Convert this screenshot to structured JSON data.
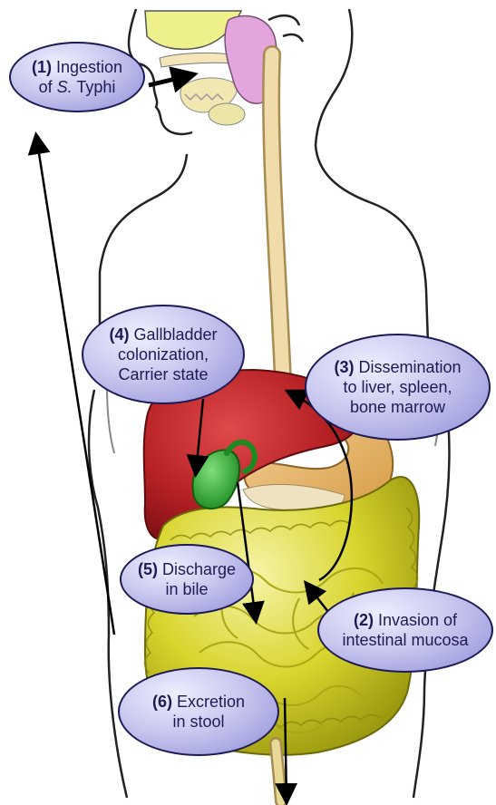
{
  "steps": {
    "s1": {
      "num": "(1)",
      "text1": "Ingestion",
      "pre2": "of ",
      "italic2": "S.",
      "post2": " Typhi"
    },
    "s2": {
      "num": "(2)",
      "text1": "Invasion of",
      "text2": "intestinal mucosa"
    },
    "s3": {
      "num": "(3)",
      "text1": "Dissemination",
      "text2": "to liver, spleen,",
      "text3": "bone marrow"
    },
    "s4": {
      "num": "(4)",
      "text1": "Gallbladder",
      "text2": "colonization,",
      "text3": "Carrier state"
    },
    "s5": {
      "num": "(5)",
      "text1": "Discharge",
      "text2": "in bile"
    },
    "s6": {
      "num": "(6)",
      "text1": "Excretion",
      "text2": "in stool"
    }
  },
  "colors": {
    "bubble_border": "#1d1a55",
    "bubble_fill": "#c9c8ef",
    "liver": "#b52024",
    "gallbladder": "#27a12a",
    "intestine": "#d8d52e",
    "esophagus": "#f0dcaa",
    "stomach": "#e8b56a",
    "salivary": "#e2a6dc",
    "nasal": "#eef08c",
    "arrow": "#000000"
  },
  "icons": [
    "arrowhead-icon"
  ]
}
